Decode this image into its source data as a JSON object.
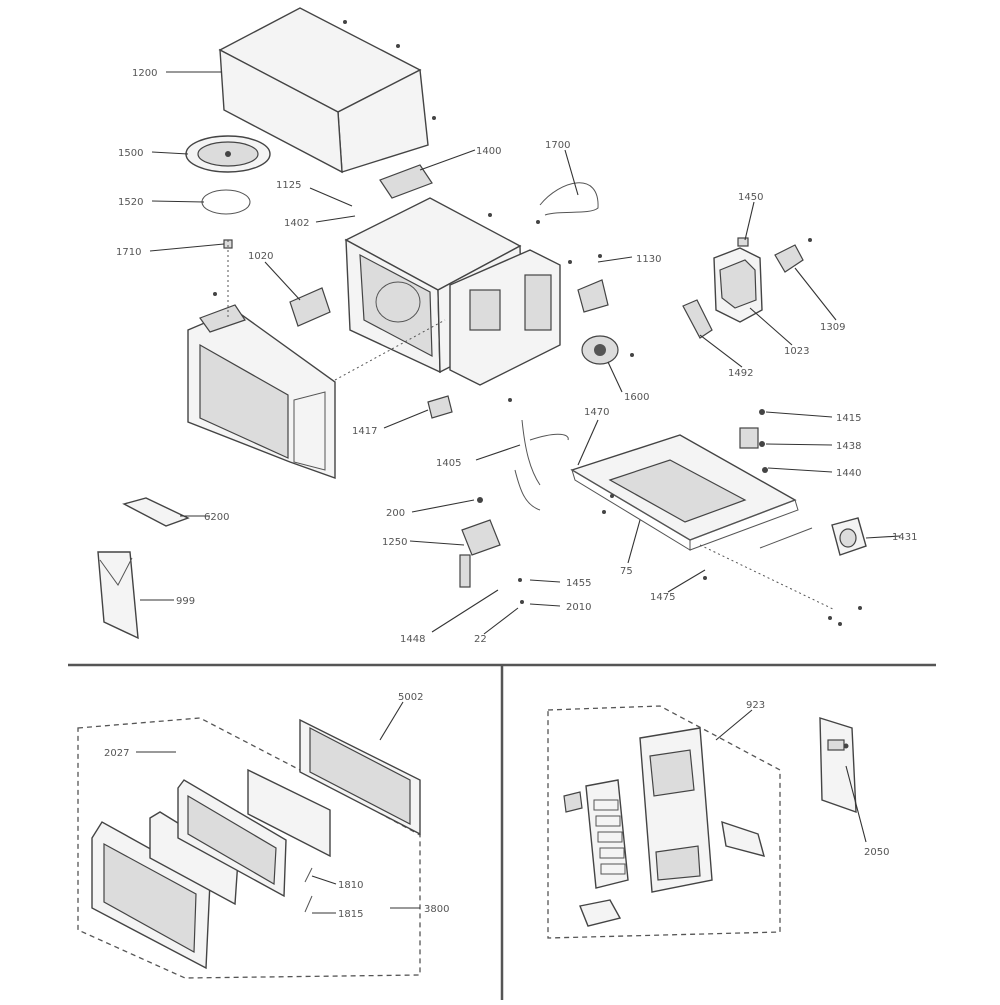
{
  "callouts": {
    "p1200": "1200",
    "p1500": "1500",
    "p1520": "1520",
    "p1710": "1710",
    "p1125": "1125",
    "p1402": "1402",
    "p1400": "1400",
    "p1700": "1700",
    "p1130": "1130",
    "p1020": "1020",
    "p1450": "1450",
    "p1309": "1309",
    "p1023": "1023",
    "p1492": "1492",
    "p1600": "1600",
    "p1415": "1415",
    "p1438": "1438",
    "p1440": "1440",
    "p1417": "1417",
    "p1405": "1405",
    "p1470": "1470",
    "p200": "200",
    "p6200": "6200",
    "p999": "999",
    "p1250": "1250",
    "p1455": "1455",
    "p2010": "2010",
    "p1448": "1448",
    "p22": "22",
    "p75": "75",
    "p1475": "1475",
    "p1431": "1431",
    "p5002": "5002",
    "p2027": "2027",
    "p1810": "1810",
    "p1815": "1815",
    "p3800": "3800",
    "p923": "923",
    "p2050": "2050"
  }
}
